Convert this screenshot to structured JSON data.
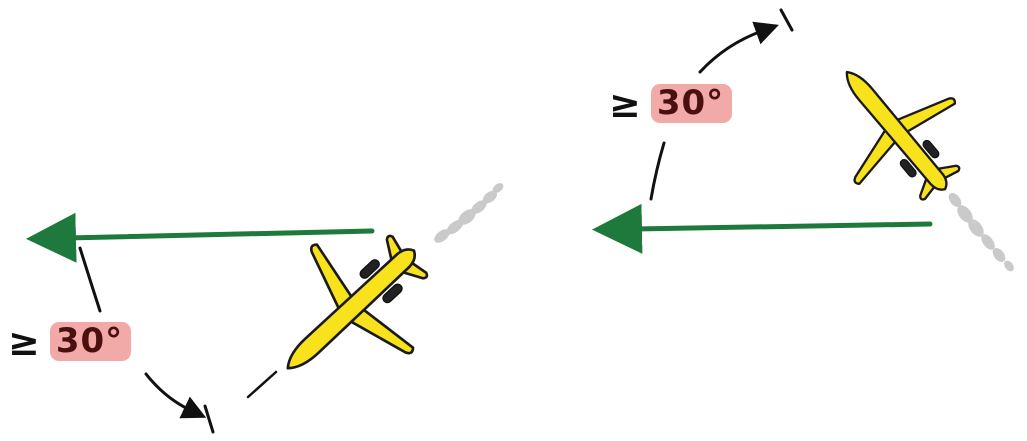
{
  "scenarios": [
    {
      "id": "left",
      "angle_symbol": "≥",
      "angle_value": "30°"
    },
    {
      "id": "right",
      "angle_symbol": "≥",
      "angle_value": "30°"
    }
  ],
  "colors": {
    "direction_arrow": "#1e7a3c",
    "aircraft_body": "#f7e21c",
    "aircraft_outline": "#1a1a1a",
    "engine": "#222222",
    "smoke": "#b9b9b9",
    "angle_highlight": "#f2aaa8",
    "angle_text": "#4a1010",
    "ink": "#111111"
  }
}
